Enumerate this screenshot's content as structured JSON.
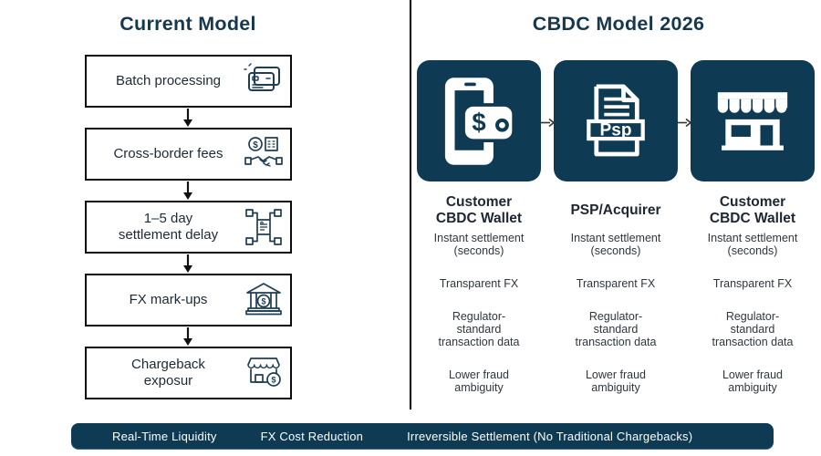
{
  "colors": {
    "panel_navy": "#0e3a53",
    "title_navy": "#16384e",
    "icon_stroke": "#1e3e53",
    "box_border": "#0b0b0b",
    "body_text": "#2f363c"
  },
  "left": {
    "title": "Current Model",
    "steps": [
      {
        "label": "Batch processing",
        "icon": "credit-cards-icon"
      },
      {
        "label": "Cross-border fees",
        "icon": "money-handshake-icon"
      },
      {
        "label": "1–5 day\nsettlement delay",
        "icon": "ledger-network-icon"
      },
      {
        "label": "FX mark-ups",
        "icon": "bank-icon"
      },
      {
        "label": "Chargeback\nexposur",
        "icon": "storefront-coin-icon"
      }
    ]
  },
  "right": {
    "title": "CBDC Model 2026",
    "entities": [
      {
        "label": "Customer\nCBDC Wallet",
        "icon": "phone-wallet-icon",
        "features": [
          "Instant settlement\n(seconds)",
          "Transparent FX",
          "Regulator-\nstandard\ntransaction data",
          "Lower fraud\nambiguity"
        ]
      },
      {
        "label": "PSP/Acquirer",
        "icon": "psp-file-icon",
        "icon_text": "Psp",
        "features": [
          "Instant settlement\n(seconds)",
          "Transparent FX",
          "Regulator-\nstandard\ntransaction data",
          "Lower fraud\nambiguity"
        ]
      },
      {
        "label": "Customer\nCBDC Wallet",
        "icon": "storefront-icon",
        "features": [
          "Instant settlement\n(seconds)",
          "Transparent FX",
          "Regulator-\nstandard\ntransaction data",
          "Lower fraud\nambiguity"
        ]
      }
    ]
  },
  "footer": {
    "items": [
      "Real-Time Liquidity",
      "FX Cost Reduction",
      "Irreversible Settlement (No Traditional Chargebacks)"
    ]
  }
}
